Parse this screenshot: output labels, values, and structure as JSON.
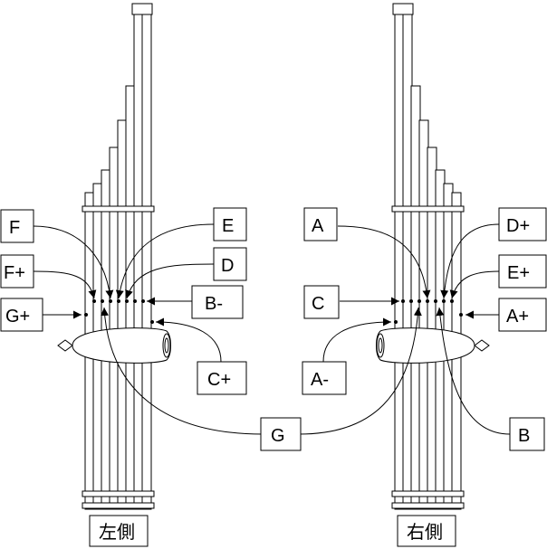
{
  "colors": {
    "ink": "#000000",
    "paper": "#ffffff"
  },
  "left": {
    "caption": "左側",
    "labels": {
      "F": "F",
      "E": "E",
      "D": "D",
      "Fplus": "F+",
      "Gplus": "G+",
      "Bminus": "B-",
      "Cplus": "C+"
    }
  },
  "right": {
    "caption": "右側",
    "labels": {
      "A": "A",
      "Dplus": "D+",
      "Eplus": "E+",
      "C": "C",
      "Aplus": "A+",
      "Aminus": "A-",
      "B": "B"
    }
  },
  "shared": {
    "G": "G"
  }
}
